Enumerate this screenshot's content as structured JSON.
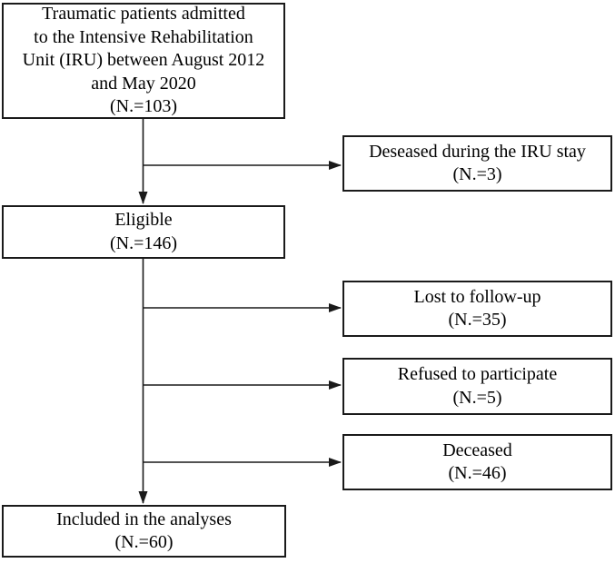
{
  "figure": {
    "type": "flow-diagram",
    "colors": {
      "border": "#1a1a1a",
      "arrow": "#1a1a1a",
      "text": "#000000",
      "background": "#ffffff"
    },
    "boxes": {
      "admitted": {
        "label": "Traumatic patients admitted\nto the Intensive Rehabilitation\nUnit (IRU) between August 2012\nand May 2020\n(N.=103)",
        "n": 103
      },
      "deceased_iru": {
        "label": "Deseased during the IRU stay\n(N.=3)",
        "n": 3
      },
      "eligible": {
        "label": "Eligible\n(N.=146)",
        "n": 146
      },
      "lost_followup": {
        "label": "Lost to follow-up\n(N.=35)",
        "n": 35
      },
      "refused": {
        "label": "Refused to participate\n(N.=5)",
        "n": 5
      },
      "deceased": {
        "label": "Deceased\n(N.=46)",
        "n": 46
      },
      "included": {
        "label": "Included in the analyses\n(N.=60)",
        "n": 60
      }
    }
  }
}
